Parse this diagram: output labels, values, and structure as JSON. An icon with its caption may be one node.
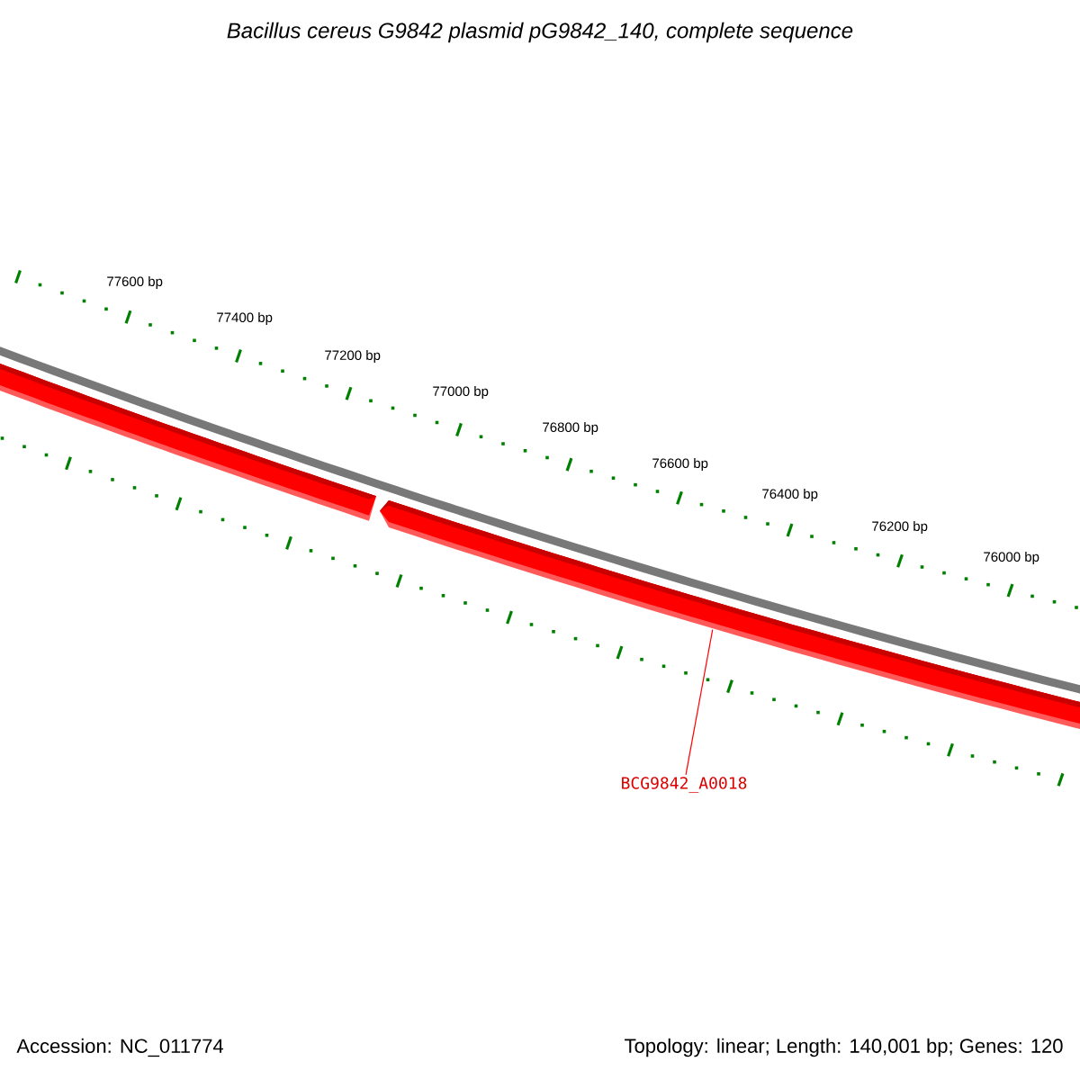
{
  "diagram": {
    "title": "Bacillus cereus G9842 plasmid pG9842_140, complete sequence",
    "nodes": [
      {
        "text": [],
        "shape": "bar"
      },
      {
        "text": [],
        "shape": "bar"
      },
      {
        "text": [
          "BCG9842_A0018"
        ]
      }
    ],
    "edges": [
      {
        "from": 2,
        "to": 1,
        "arrow": "none",
        "color": "#ff0000"
      }
    ],
    "labels": [
      "77600 bp",
      "77400 bp",
      "77200 bp",
      "77000 bp",
      "76800 bp",
      "76600 bp",
      "76400 bp",
      "76200 bp",
      "76000 bp",
      "Accession: NC_011774",
      "Topology: linear; Length: 140,001 bp; Genes: 120"
    ]
  }
}
